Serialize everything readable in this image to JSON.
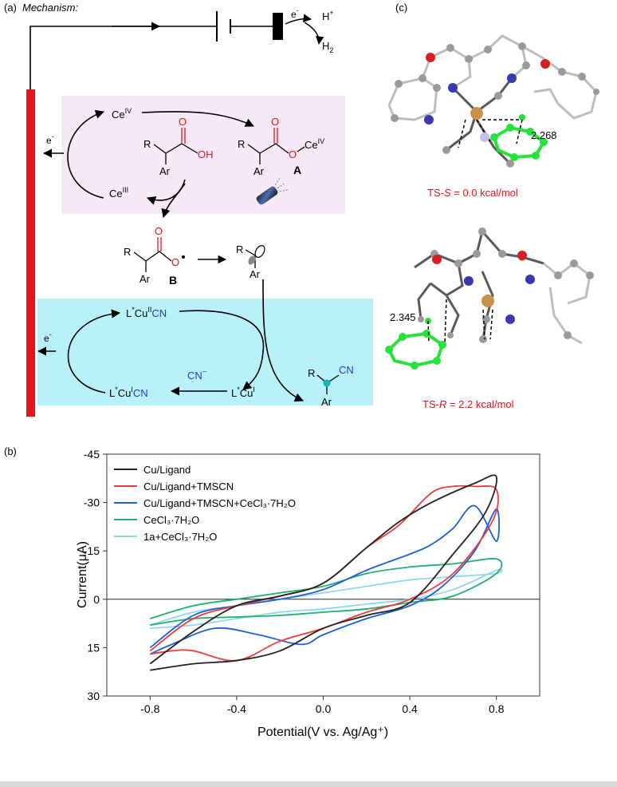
{
  "panels": {
    "a": {
      "label": "(a)",
      "title": "Mechanism:",
      "electron": "e",
      "electron_sup": "-",
      "proton": "H",
      "proton_sup": "+",
      "hydrogen": "H",
      "hydrogen_sub": "2",
      "ce4": "Ce",
      "ce4_sup": "IV",
      "ce3": "Ce",
      "ce3_sup": "III",
      "r": "R",
      "ar": "Ar",
      "o": "O",
      "oh": "OH",
      "o_ce4": "O",
      "ce4_b": "Ce",
      "ce4_b_sup": "IV",
      "label_A": "A",
      "label_B": "B",
      "cu2_l": "L",
      "cu2_star": "*",
      "cu2_cu": "Cu",
      "cu2_sup": "II",
      "cu2_cn": "CN",
      "cu1cn_l": "L",
      "cu1cn_star": "*",
      "cu1cn_cu": "Cu",
      "cu1cn_sup": "I",
      "cu1cn_cn": "CN",
      "cu1_l": "L",
      "cu1_star": "*",
      "cu1_cu": "Cu",
      "cu1_sup": "I",
      "cyanide": "CN",
      "cyanide_sup": "−",
      "product_cn": "CN"
    },
    "b": {
      "label": "(b)"
    },
    "c": {
      "label": "(c)",
      "dist_s": "2.268",
      "dist_r": "2.345",
      "ts_s_prefix": "TS-",
      "ts_s_letter": "S",
      "ts_s_value": " = 0.0 kcal/mol",
      "ts_r_prefix": "TS-",
      "ts_r_letter": "R",
      "ts_r_value": " = 2.2 kcal/mol"
    }
  },
  "colors": {
    "red": "#e8141b",
    "blue": "#1a3ccf",
    "pink_panel": "#f8e9f6",
    "cyan_panel": "#b8f1f7",
    "carbon": "#9a9a9a",
    "oxygen": "#d42020",
    "nitrogen": "#3a3ab0",
    "copper": "#c9924a",
    "substrate": "#27e23a"
  },
  "chart_data": {
    "type": "line",
    "ylabel": "Current(μA)",
    "xlabel": "Potential(V vs. Ag/Ag⁺)",
    "xlim": [
      -1.0,
      1.0
    ],
    "ylim": [
      30,
      -45
    ],
    "xticks": [
      "-0.8",
      "-0.4",
      "0.0",
      "0.4",
      "0.8"
    ],
    "yticks": [
      "-45",
      "-30",
      "-15",
      "0",
      "15",
      "30"
    ],
    "legend_position": "top-left",
    "series": [
      {
        "name": "Cu/Ligand",
        "color": "#222222",
        "x": [
          -0.8,
          -0.6,
          -0.4,
          -0.2,
          0.0,
          0.2,
          0.4,
          0.6,
          0.75,
          0.8,
          0.7,
          0.5,
          0.35,
          0.2,
          0.0,
          -0.2,
          -0.4,
          -0.6,
          -0.8
        ],
        "y": [
          22,
          20,
          19,
          16,
          9,
          5,
          1,
          -14,
          -27,
          -38,
          -36,
          -30,
          -24,
          -16,
          -5,
          -1,
          2,
          10,
          20
        ]
      },
      {
        "name": "Cu/Ligand+TMSCN",
        "color": "#ef3b3b",
        "x": [
          -0.8,
          -0.7,
          -0.6,
          -0.4,
          -0.2,
          0.0,
          0.2,
          0.4,
          0.6,
          0.78,
          0.8,
          0.7,
          0.6,
          0.5,
          0.35,
          0.2,
          0.0,
          -0.2,
          -0.4,
          -0.6,
          -0.8
        ],
        "y": [
          17,
          16,
          16,
          19,
          13,
          9,
          4,
          0,
          -8,
          -24,
          -34,
          -35,
          -35,
          -33,
          -23,
          -16,
          -5,
          -1,
          2,
          6,
          16
        ]
      },
      {
        "name": "Cu/Ligand+TMSCN+CeCl₃·7H₂O",
        "color": "#1f5fd6",
        "x": [
          -0.8,
          -0.7,
          -0.5,
          -0.3,
          -0.1,
          0.0,
          0.2,
          0.4,
          0.55,
          0.7,
          0.8,
          0.8,
          0.7,
          0.6,
          0.5,
          0.4,
          0.2,
          0.0,
          -0.2,
          -0.4,
          -0.6,
          -0.8
        ],
        "y": [
          17,
          14,
          9,
          11,
          14,
          11,
          6,
          2,
          -4,
          -15,
          -28,
          -18,
          -29,
          -22,
          -17,
          -14,
          -9,
          -3,
          0,
          2,
          5,
          15
        ]
      },
      {
        "name": "CeCl₃·7H₂O",
        "color": "#1faf6e",
        "x": [
          -0.8,
          -0.6,
          -0.4,
          -0.2,
          0.0,
          0.2,
          0.4,
          0.6,
          0.8,
          0.8,
          0.6,
          0.4,
          0.2,
          0.0,
          -0.2,
          -0.4,
          -0.6,
          -0.8
        ],
        "y": [
          8,
          6,
          5.5,
          5,
          4,
          3,
          1,
          -1,
          -8,
          -12.5,
          -11,
          -10,
          -8,
          -4,
          -2,
          0,
          2,
          6
        ]
      },
      {
        "name": "1a+CeCl₃·7H₂O",
        "color": "#8fd7ec",
        "x": [
          -0.8,
          -0.6,
          -0.4,
          -0.2,
          0.0,
          0.2,
          0.4,
          0.6,
          0.8,
          0.8,
          0.6,
          0.4,
          0.2,
          0.0,
          -0.2,
          -0.4,
          -0.6,
          -0.8
        ],
        "y": [
          9,
          8,
          6,
          4,
          3,
          1.5,
          0,
          -3,
          -9,
          -8,
          -7,
          -6,
          -4,
          -2,
          0,
          2,
          4,
          8
        ]
      }
    ]
  }
}
